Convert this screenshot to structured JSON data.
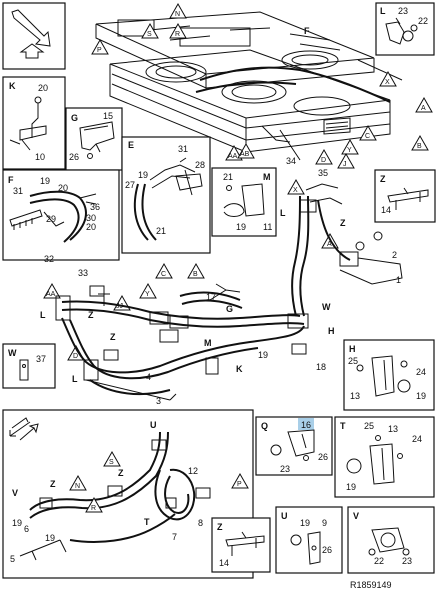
{
  "title": "",
  "figure_id": "R1859149",
  "triangles": {
    "N_top": "N",
    "S_top": "S",
    "R_top": "R",
    "P_top": "P",
    "X_right": "X",
    "A_right": "A",
    "B_right": "B",
    "C_mid": "C",
    "Y_mid": "Y",
    "D_mid": "D",
    "J_mid": "J",
    "AA_mid": "AA",
    "AB_mid": "AB",
    "X_z": "X",
    "A_z": "A",
    "AA_left": "AA",
    "JJ_left": "JJ",
    "C_left": "C",
    "B_left": "B",
    "Y_left": "Y",
    "D_left": "D",
    "N_low": "N",
    "S_low": "S",
    "R_low": "R",
    "P_low": "P"
  },
  "main_labels": {
    "F": "F",
    "34": "34",
    "35": "35",
    "Z1": "Z",
    "2": "2",
    "1": "1",
    "32": "32",
    "33": "33",
    "L1": "L",
    "Z2": "Z",
    "17": "17",
    "G": "G",
    "W": "W",
    "H": "H",
    "Z3": "Z",
    "M": "M",
    "4": "4",
    "L2": "L",
    "3": "3",
    "K": "K",
    "19": "19",
    "18": "18",
    "L3": "L"
  },
  "insets": {
    "top_left_arrow": {},
    "L": {
      "letter": "L",
      "parts": [
        "23",
        "22"
      ]
    },
    "K": {
      "letter": "K",
      "parts": [
        "20",
        "10"
      ]
    },
    "G": {
      "letter": "G",
      "parts": [
        "15",
        "26"
      ]
    },
    "E": {
      "letter": "E",
      "parts": [
        "31",
        "28",
        "19",
        "27",
        "21"
      ]
    },
    "F": {
      "letter": "F",
      "parts": [
        "31",
        "19",
        "20",
        "36",
        "30",
        "29",
        "20"
      ]
    },
    "M": {
      "letter": "M",
      "parts": [
        "21",
        "19",
        "11"
      ]
    },
    "Z": {
      "letter": "Z",
      "parts": [
        "14"
      ]
    },
    "W": {
      "letter": "W",
      "parts": [
        "37"
      ]
    },
    "H": {
      "letter": "H",
      "parts": [
        "25",
        "24",
        "13",
        "19"
      ]
    },
    "Q": {
      "letter": "Q",
      "parts": [
        "16",
        "23",
        "26"
      ]
    },
    "T": {
      "letter": "T",
      "parts": [
        "25",
        "13",
        "24",
        "19"
      ]
    },
    "Z_low": {
      "letter": "Z",
      "parts": [
        "14"
      ]
    },
    "U": {
      "letter": "U",
      "parts": [
        "9",
        "19",
        "26"
      ]
    },
    "V": {
      "letter": "V",
      "parts": [
        "22",
        "23"
      ]
    }
  },
  "lower_labels": {
    "U": "U",
    "V": "V",
    "Z1": "Z",
    "Z2": "Z",
    "19a": "19",
    "19b": "19",
    "6": "6",
    "5": "5",
    "12": "12",
    "T": "T",
    "7": "7",
    "8": "8"
  },
  "colors": {
    "highlight": "#a9cfe8",
    "ink": "#111111"
  }
}
